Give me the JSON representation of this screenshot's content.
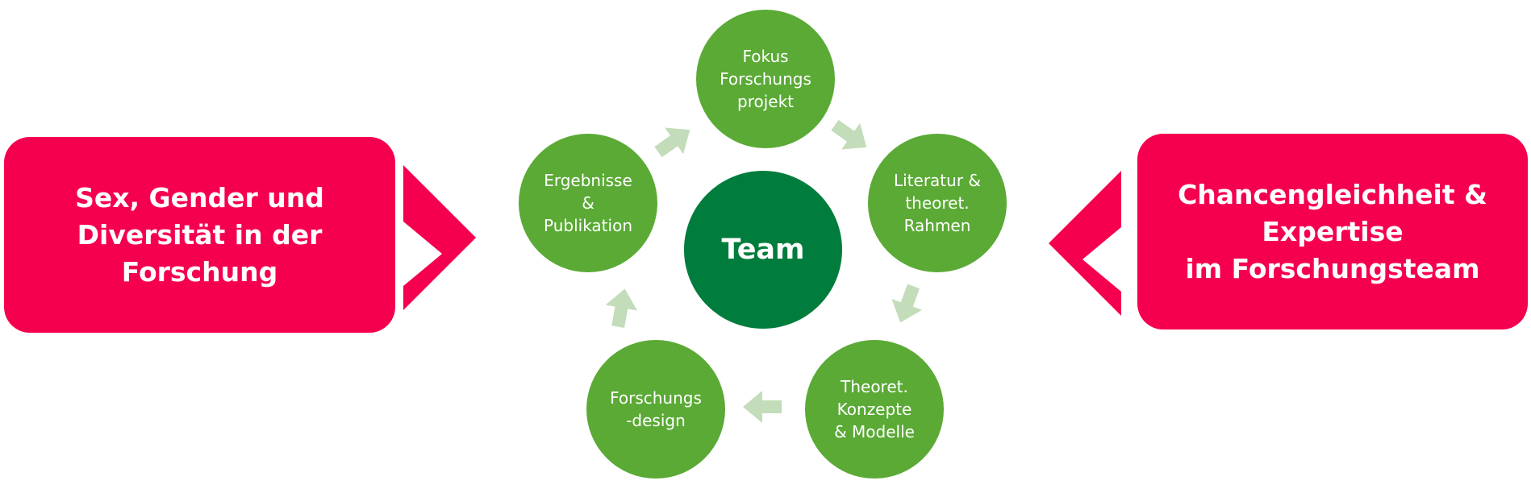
{
  "colors": {
    "box": "#f5004f",
    "chevron": "#f5004f",
    "circle": "#5aaa35",
    "center": "#007d3c",
    "arrow": "#c3dcb9",
    "text": "#ffffff"
  },
  "left_box": {
    "lines": [
      "Sex, Gender und",
      "Diversität in der",
      "Forschung"
    ]
  },
  "right_box": {
    "lines": [
      "Chancengleichheit &",
      "Expertise",
      "im Forschungsteam"
    ]
  },
  "center": {
    "label": "Team"
  },
  "cycle": [
    {
      "lines": [
        "Fokus",
        "Forschungs",
        "projekt"
      ]
    },
    {
      "lines": [
        "Literatur &",
        "theoret.",
        "Rahmen"
      ]
    },
    {
      "lines": [
        "Theoret.",
        "Konzepte",
        "& Modelle"
      ]
    },
    {
      "lines": [
        "Forschungs",
        "-design"
      ]
    },
    {
      "lines": [
        "Ergebnisse",
        "&",
        "Publikation"
      ]
    }
  ]
}
